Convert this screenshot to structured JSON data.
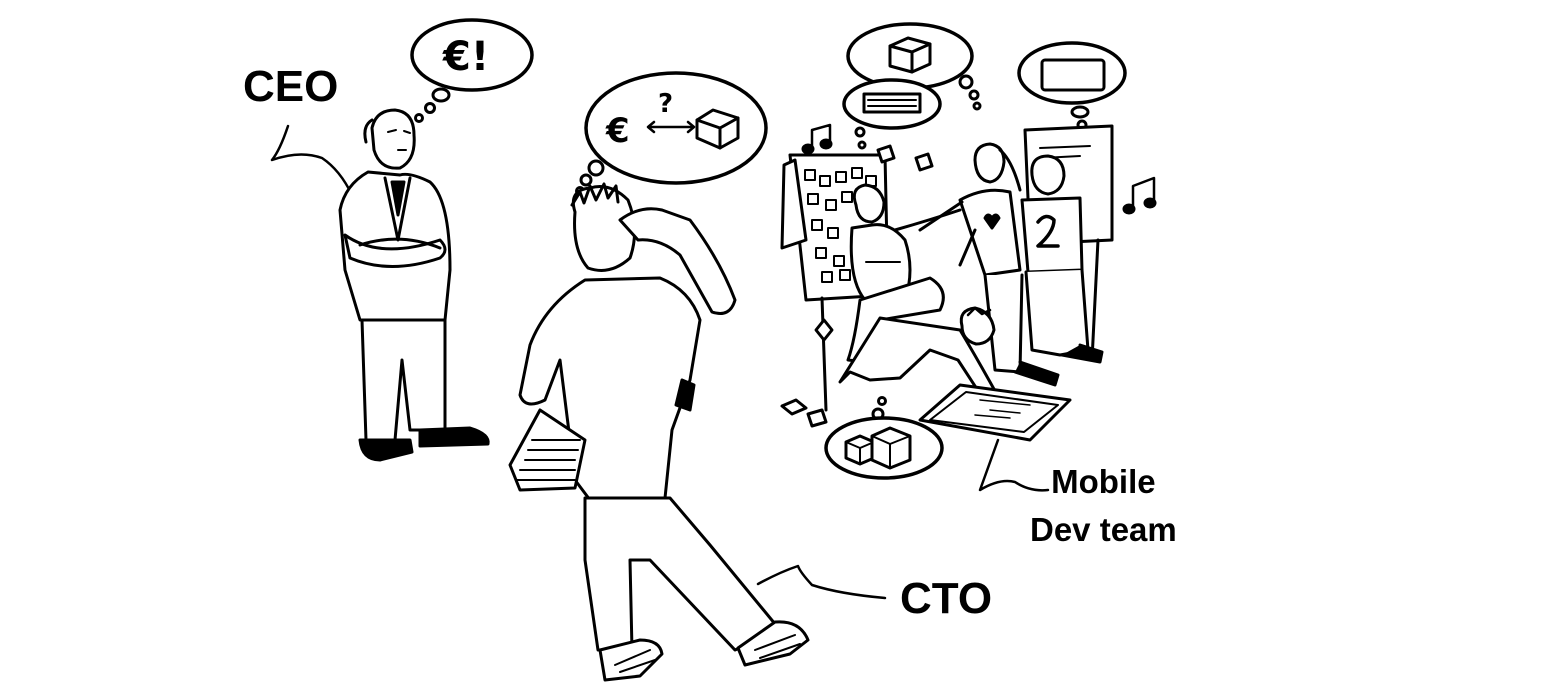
{
  "labels": {
    "ceo": "CEO",
    "cto": "CTO",
    "team_line1": "Mobile",
    "team_line2": "Dev team"
  },
  "thoughts": {
    "ceo": "€!",
    "cto_euro": "€",
    "cto_question": "?"
  },
  "icons": {
    "ceo_thought": "euro-exclamation-icon",
    "cto_thought": "euro-to-product-icon",
    "team_thoughts": [
      "cube-icon",
      "chip-icon",
      "screen-icon",
      "cubes-icon"
    ],
    "music": "music-note-icon"
  },
  "colors": {
    "ink": "#000000",
    "paper": "#ffffff"
  }
}
